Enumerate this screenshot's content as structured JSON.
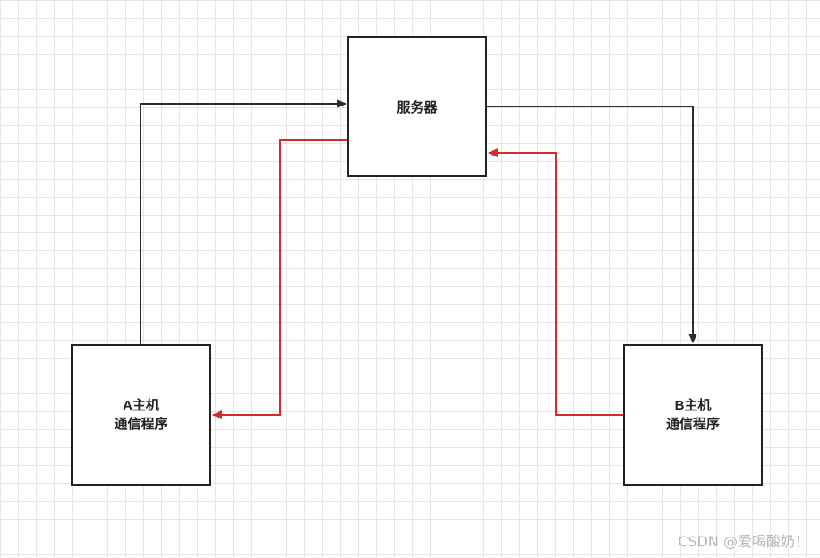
{
  "nodes": {
    "server": {
      "line1": "服务器"
    },
    "host_a": {
      "line1": "A主机",
      "line2": "通信程序"
    },
    "host_b": {
      "line1": "B主机",
      "line2": "通信程序"
    }
  },
  "watermark": "CSDN @爱喝酸奶！",
  "colors": {
    "black_arrow": "#2b2b2b",
    "red_arrow": "#d42b2b",
    "grid": "#e6e6e6"
  }
}
